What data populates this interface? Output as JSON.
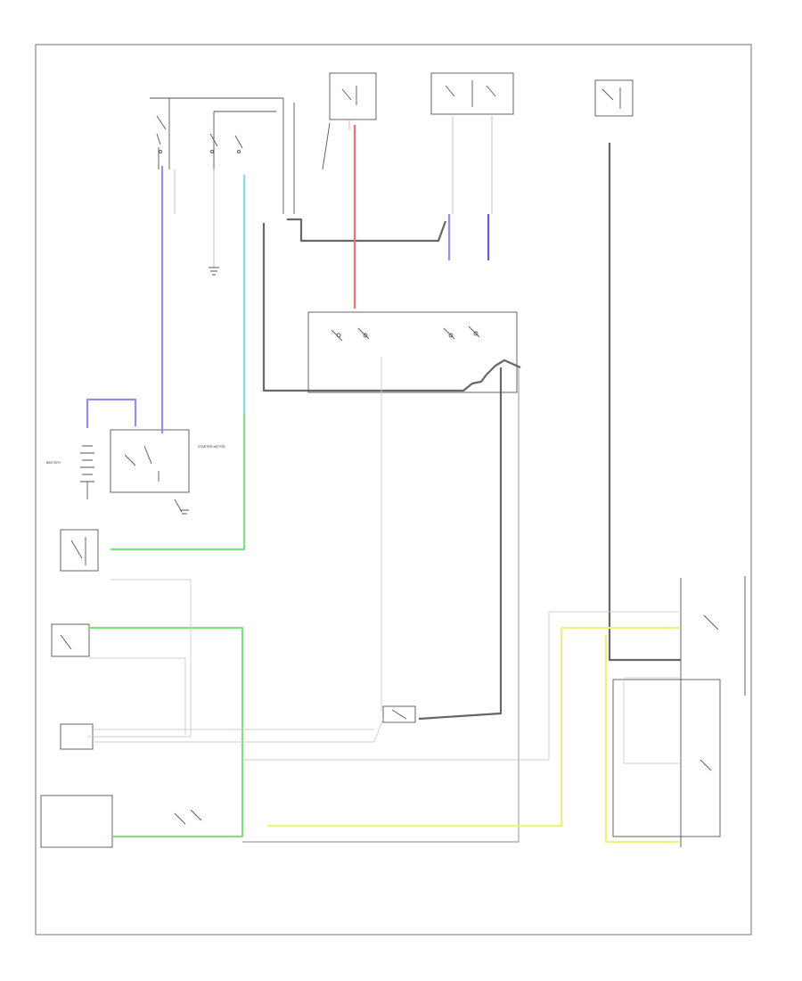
{
  "diagram": {
    "footer_code": "",
    "components": [
      {
        "name": "battery",
        "label": "BATTERY"
      },
      {
        "name": "starter",
        "label": "STARTER MOTOR"
      },
      {
        "name": "neutral-start-switch",
        "label": ""
      },
      {
        "name": "clutch-switch",
        "label": ""
      },
      {
        "name": "ecm",
        "label": ""
      },
      {
        "name": "ignition-switch",
        "label": ""
      },
      {
        "name": "relay-block-center",
        "label": ""
      },
      {
        "name": "relay-block-right",
        "label": ""
      },
      {
        "name": "relay-far-right",
        "label": ""
      },
      {
        "name": "fuse-connector",
        "label": ""
      },
      {
        "name": "right-relay-box",
        "label": ""
      }
    ]
  },
  "colors": {
    "blue_wire": "#9090e8",
    "cyan_wire": "#80e0f0",
    "green_wire": "#80e080",
    "red_wire": "#f07070",
    "yellow_wire": "#f0f080",
    "dark_wire": "#666666",
    "light_wire": "#cccccc",
    "frame": "#888888"
  }
}
